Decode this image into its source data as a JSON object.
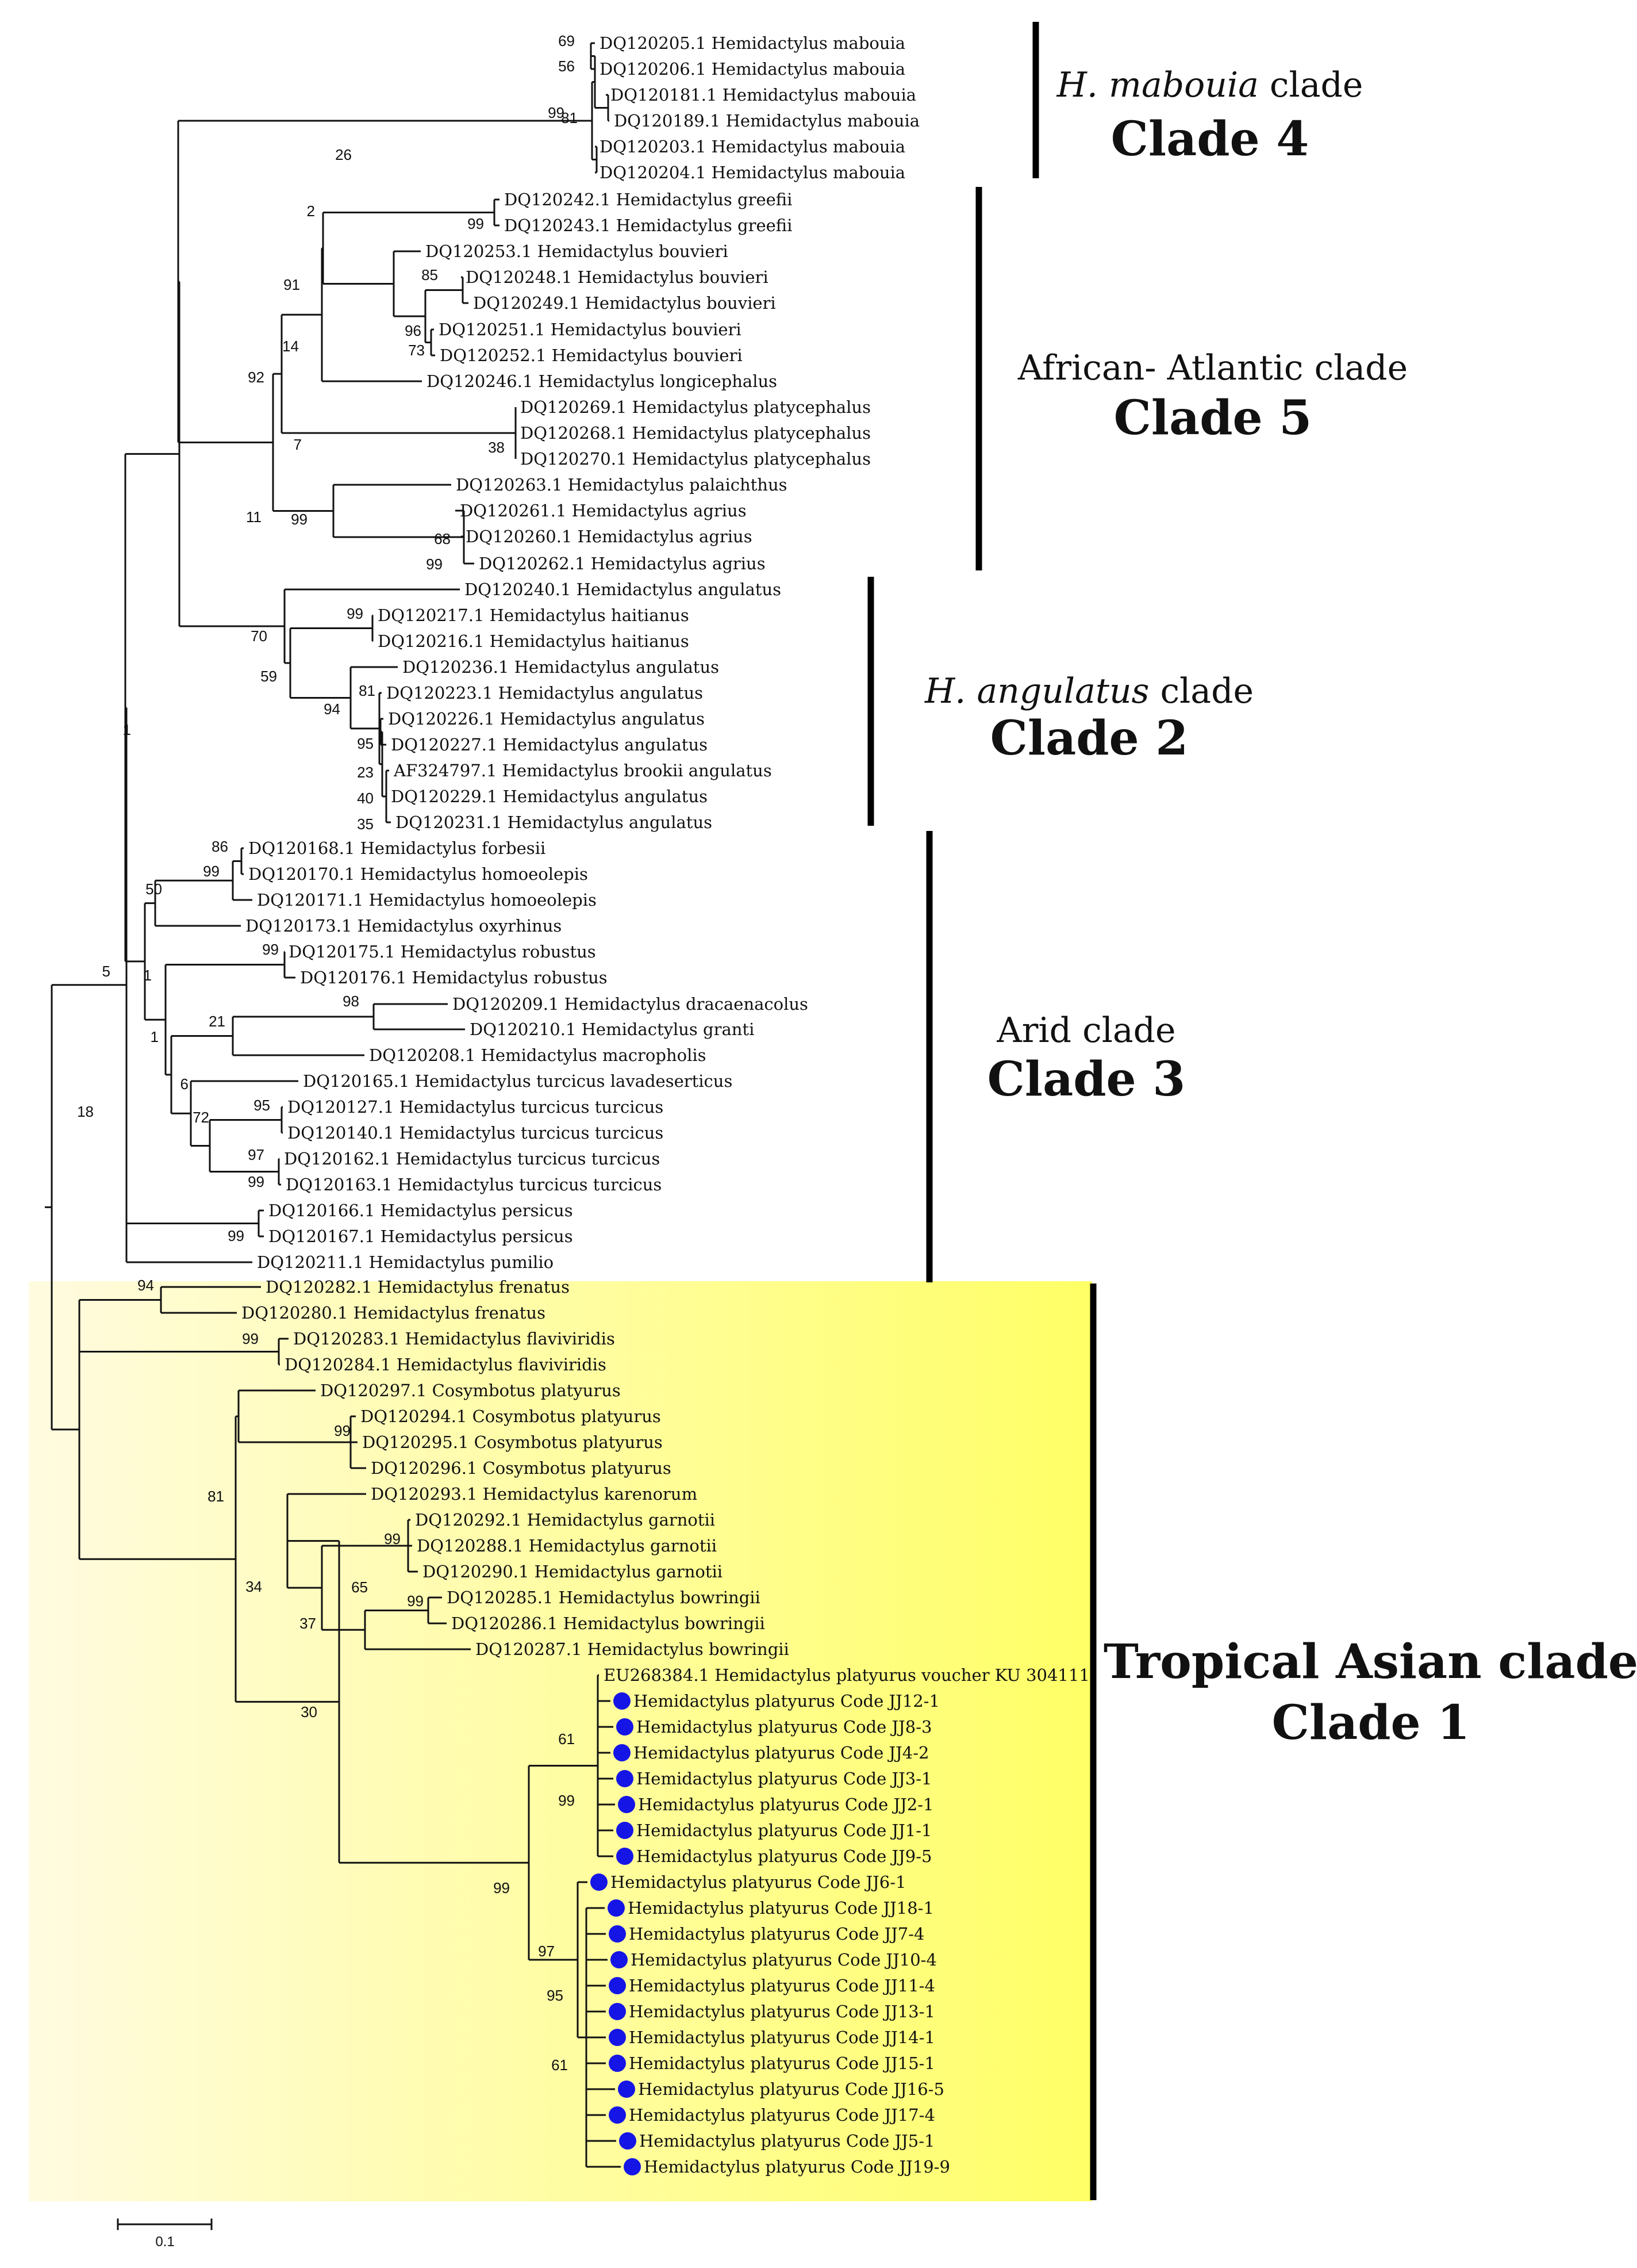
{
  "taxa": [
    "DQ120205.1 Hemidactylus mabouia",
    "DQ120206.1 Hemidactylus mabouia",
    "DQ120181.1 Hemidactylus mabouia",
    "DQ120189.1 Hemidactylus mabouia",
    "DQ120203.1 Hemidactylus mabouia",
    "DQ120204.1 Hemidactylus mabouia",
    "DQ120242.1 Hemidactylus greefii",
    "DQ120243.1 Hemidactylus greefii",
    "DQ120253.1 Hemidactylus bouvieri",
    "DQ120248.1 Hemidactylus bouvieri",
    "DQ120249.1 Hemidactylus bouvieri",
    "DQ120251.1 Hemidactylus bouvieri",
    "DQ120252.1 Hemidactylus bouvieri",
    "DQ120246.1 Hemidactylus longicephalus",
    "DQ120269.1 Hemidactylus platycephalus",
    "DQ120268.1 Hemidactylus platycephalus",
    "DQ120270.1 Hemidactylus platycephalus",
    "DQ120263.1 Hemidactylus palaichthus",
    "DQ120261.1 Hemidactylus agrius",
    "DQ120260.1 Hemidactylus agrius",
    "DQ120262.1 Hemidactylus agrius",
    "DQ120240.1 Hemidactylus angulatus",
    "DQ120217.1 Hemidactylus haitianus",
    "DQ120216.1 Hemidactylus haitianus",
    "DQ120236.1 Hemidactylus angulatus",
    "DQ120223.1 Hemidactylus angulatus",
    "DQ120226.1 Hemidactylus angulatus",
    "DQ120227.1 Hemidactylus angulatus",
    "AF324797.1 Hemidactylus brookii angulatus",
    "DQ120229.1 Hemidactylus angulatus",
    "DQ120231.1 Hemidactylus angulatus",
    "DQ120168.1 Hemidactylus forbesii",
    "DQ120170.1 Hemidactylus homoeolepis",
    "DQ120171.1 Hemidactylus homoeolepis",
    "DQ120173.1 Hemidactylus oxyrhinus",
    "DQ120175.1 Hemidactylus robustus",
    "DQ120176.1 Hemidactylus robustus",
    "DQ120209.1 Hemidactylus dracaenacolus",
    "DQ120210.1 Hemidactylus granti",
    "DQ120208.1 Hemidactylus macropholis",
    "DQ120165.1 Hemidactylus turcicus lavadeserticus",
    "DQ120127.1 Hemidactylus turcicus turcicus",
    "DQ120140.1 Hemidactylus turcicus turcicus",
    "DQ120162.1 Hemidactylus turcicus turcicus",
    "DQ120163.1 Hemidactylus turcicus turcicus",
    "DQ120166.1 Hemidactylus persicus",
    "DQ120167.1 Hemidactylus persicus",
    "DQ120211.1 Hemidactylus pumilio",
    "DQ120282.1 Hemidactylus frenatus",
    "DQ120280.1 Hemidactylus frenatus",
    "DQ120283.1 Hemidactylus flaviviridis",
    "DQ120284.1 Hemidactylus flaviviridis",
    "DQ120297.1 Cosymbotus platyurus",
    "DQ120294.1 Cosymbotus platyurus",
    "DQ120295.1 Cosymbotus platyurus",
    "DQ120296.1 Cosymbotus platyurus",
    "DQ120293.1 Hemidactylus karenorum",
    "DQ120292.1 Hemidactylus garnotii",
    "DQ120288.1 Hemidactylus garnotii",
    "DQ120290.1 Hemidactylus garnotii",
    "DQ120285.1 Hemidactylus bowringii",
    "DQ120286.1 Hemidactylus bowringii",
    "DQ120287.1 Hemidactylus bowringii",
    "EU268384.1 Hemidactylus platyurus voucher KU 304111",
    "Hemidactylus platyurus Code JJ12-1",
    "Hemidactylus platyurus Code JJ8-3",
    "Hemidactylus platyurus Code JJ4-2",
    "Hemidactylus platyurus Code JJ3-1",
    "Hemidactylus platyurus Code JJ2-1",
    "Hemidactylus platyurus Code JJ1-1",
    "Hemidactylus platyurus Code JJ9-5",
    "Hemidactylus platyurus Code JJ6-1",
    "Hemidactylus platyurus Code JJ18-1",
    "Hemidactylus platyurus Code JJ7-4",
    "Hemidactylus platyurus Code JJ10-4",
    "Hemidactylus platyurus Code JJ11-4",
    "Hemidactylus platyurus Code JJ13-1",
    "Hemidactylus platyurus Code JJ14-1",
    "Hemidactylus platyurus Code JJ15-1",
    "Hemidactylus platyurus Code JJ16-5",
    "Hemidactylus platyurus Code JJ17-4",
    "Hemidactylus platyurus Code JJ5-1",
    "Hemidactylus platyurus Code JJ19-9"
  ],
  "bootstrap_values": [
    "69",
    "56",
    "99",
    "81",
    "26",
    "2",
    "99",
    "85",
    "96",
    "73",
    "91",
    "14",
    "7",
    "38",
    "99",
    "68",
    "99",
    "92",
    "11",
    "99",
    "70",
    "59",
    "81",
    "94",
    "95",
    "23",
    "40",
    "35",
    "1",
    "86",
    "99",
    "50",
    "1",
    "99",
    "98",
    "21",
    "1",
    "6",
    "95",
    "72",
    "97",
    "99",
    "5",
    "99",
    "18",
    "94",
    "99",
    "99",
    "81",
    "99",
    "34",
    "65",
    "99",
    "37",
    "30",
    "61",
    "99",
    "99",
    "97",
    "95",
    "61"
  ],
  "clades": [
    {
      "name_italic": "H. mabouia",
      "name_rest": " clade",
      "number": "Clade 4"
    },
    {
      "name_italic": "",
      "name_rest": "African- Atlantic clade",
      "number": "Clade 5"
    },
    {
      "name_italic": "H. angulatus",
      "name_rest": " clade",
      "number": "Clade 2"
    },
    {
      "name_italic": "",
      "name_rest": "Arid clade",
      "number": "Clade 3"
    },
    {
      "name_italic": "",
      "name_rest": "Tropical Asian clade",
      "number": "Clade 1"
    }
  ],
  "scale_bar": {
    "label": "0.1"
  },
  "colors": {
    "highlight_start": "#fffbe0",
    "highlight_end": "#ffff66",
    "marker": "#1515e6"
  }
}
